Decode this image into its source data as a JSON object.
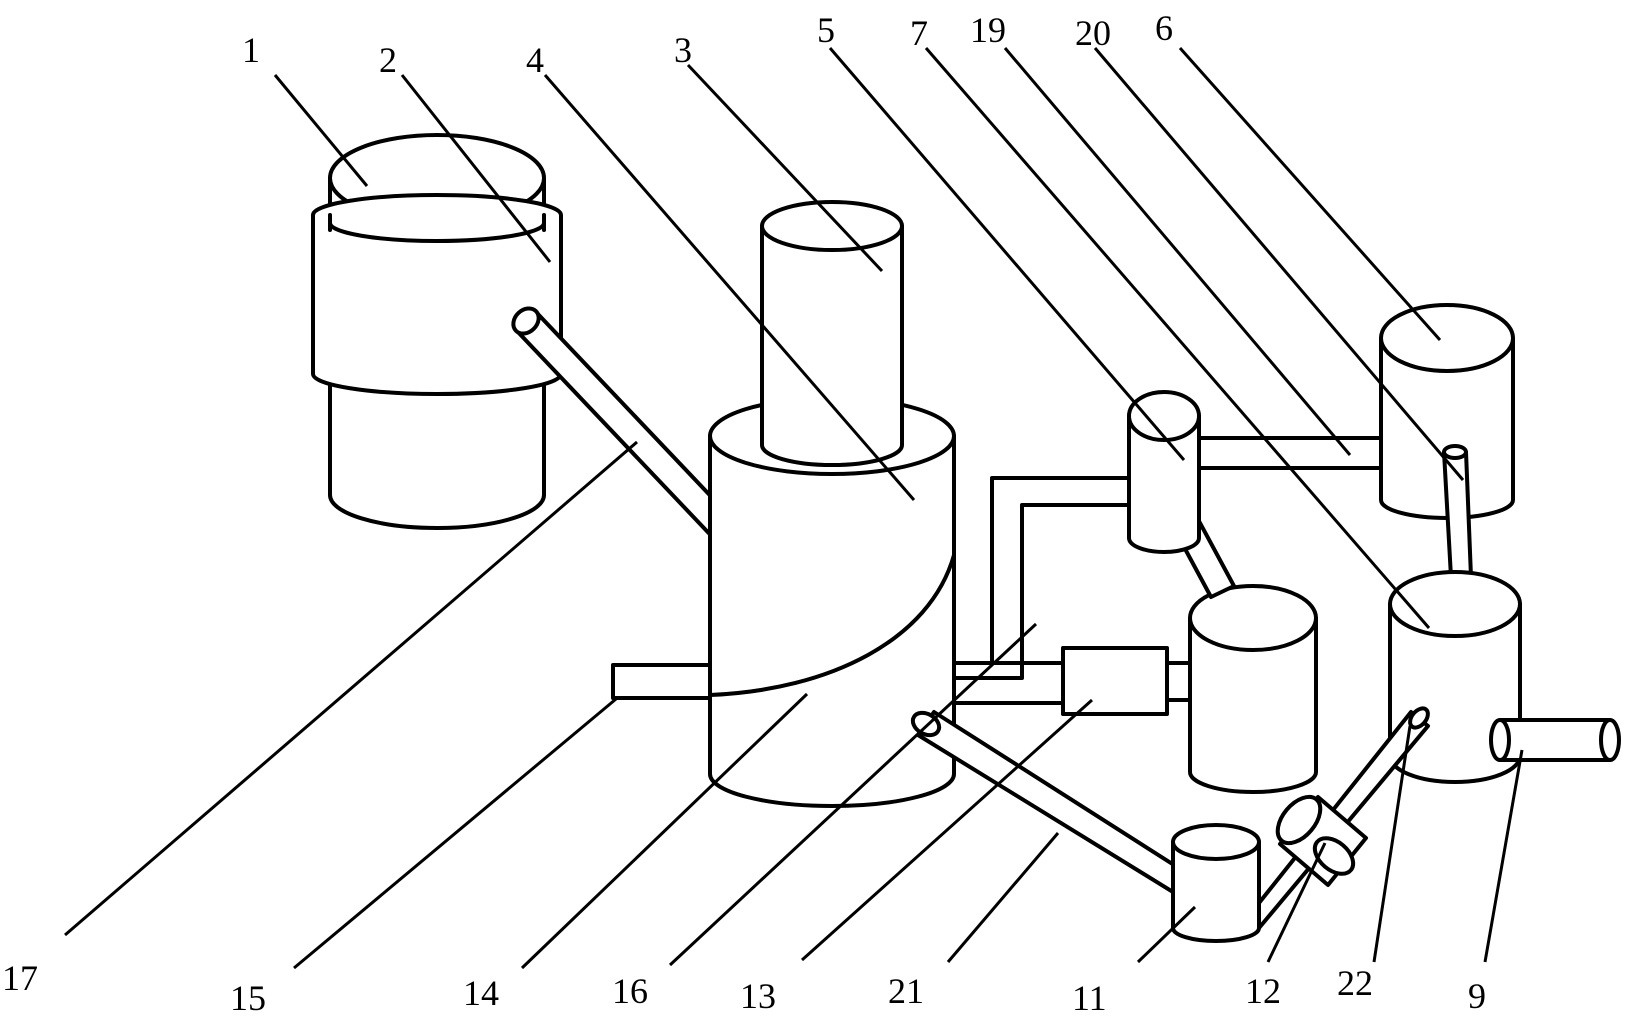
{
  "labels": {
    "l1": "1",
    "l2": "2",
    "l3": "3",
    "l4": "4",
    "l5": "5",
    "l6": "6",
    "l7": "7",
    "l19": "19",
    "l20": "20",
    "l17": "17",
    "l15": "15",
    "l14": "14",
    "l16": "16",
    "l13": "13",
    "l21": "21",
    "l11": "11",
    "l12": "12",
    "l22": "22",
    "l9": "9"
  },
  "colors": {
    "line": "#000000",
    "background": "#ffffff"
  }
}
